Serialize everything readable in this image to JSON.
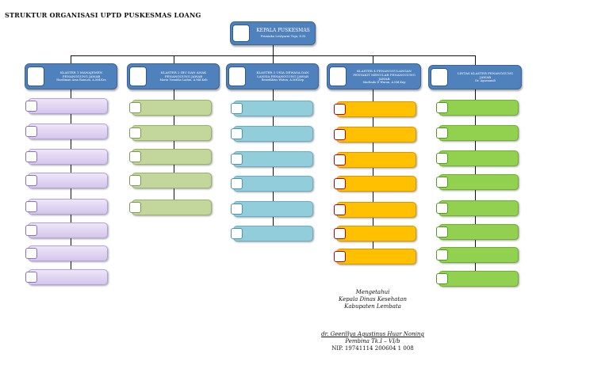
{
  "title": "STRUKTUR ORGANISASI UPTD PUSKESMAS LOANG",
  "head": {
    "role": "KEPALA PUSKESMAS",
    "name": "Primiaka Lestyarni Tuja, S.St"
  },
  "clusters": [
    {
      "role": "KLASTER 1 MANAJEMEN PENANGGUNG JAWAB",
      "name": "Hardiman Ama Ramoni, A.Md.Kes",
      "count": 8
    },
    {
      "role": "KLASTER 2 IBU DAN ANAK PENANGGUNG JAWAB",
      "name": "Maria Yusnidia Laduu, A.Md.Keb",
      "count": 5
    },
    {
      "role": "KLASTER 3 USIA DEWASA DAN LANSIA PENANGGUNG JAWAB",
      "name": "Benediktus Watun, A.Md.Kep",
      "count": 6
    },
    {
      "role": "KLASTER 4 PENANGGULANGAN PENYAKIT MENULAR PENANGGUNG JAWAB",
      "name": "Marlinda D Warun, A.Md.Kep",
      "count": 7
    },
    {
      "role": "LINTAS KLASTER PENANGGUNG JAWAB",
      "name": "Dr. Agusnandi",
      "count": 8
    }
  ],
  "signature": {
    "line1": "Mengetahui",
    "line2": "Kepala Dinas Kesehatan",
    "line3": "Kabupaten Lembata",
    "name": "dr. Geerillya Agustinus Huar Noning",
    "rank": "Pembina Tk.I – VI/b",
    "nip": "NIP. 19741114 200604 1 008"
  }
}
